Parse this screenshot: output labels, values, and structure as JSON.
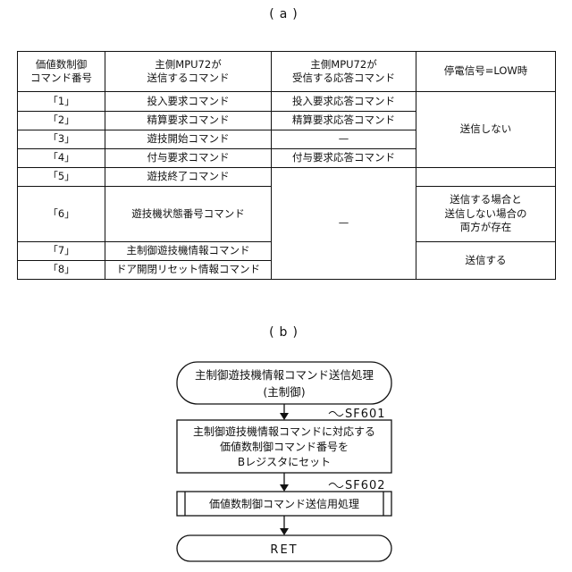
{
  "panel_a": {
    "label": "(a)"
  },
  "panel_b": {
    "label": "(b)"
  },
  "table": {
    "headers": [
      [
        "価値数制御",
        "コマンド番号"
      ],
      [
        "主側MPU72が",
        "送信するコマンド"
      ],
      [
        "主側MPU72が",
        "受信する応答コマンド"
      ],
      [
        "停電信号=LOW時"
      ]
    ],
    "rows": [
      {
        "num": "「1」",
        "send": "投入要求コマンド",
        "resp": "投入要求応答コマンド"
      },
      {
        "num": "「2」",
        "send": "精算要求コマンド",
        "resp": "精算要求応答コマンド"
      },
      {
        "num": "「3」",
        "send": "遊技開始コマンド",
        "resp": "—"
      },
      {
        "num": "「4」",
        "send": "付与要求コマンド",
        "resp": "付与要求応答コマンド"
      },
      {
        "num": "「5」",
        "send": "遊技終了コマンド"
      },
      {
        "num": "「6」",
        "send": "遊技機状態番号コマンド"
      },
      {
        "num": "「7」",
        "send": "主制御遊技機情報コマンド"
      },
      {
        "num": "「8」",
        "send": "ドア開閉リセット情報コマンド"
      }
    ],
    "resp_merged": "—",
    "power": {
      "group1": "送信しない",
      "group2": [
        "送信する場合と",
        "送信しない場合の",
        "両方が存在"
      ],
      "group3": "送信する"
    }
  },
  "flowchart": {
    "start": [
      "主制御遊技機情報コマンド送信処理",
      "(主制御)"
    ],
    "step1": {
      "id": "SF601",
      "lines": [
        "主制御遊技機情報コマンドに対応する",
        "価値数制御コマンド番号を",
        "Bレジスタにセット"
      ]
    },
    "step2": {
      "id": "SF602",
      "text": "価値数制御コマンド送信用処理"
    },
    "end": "RET"
  }
}
